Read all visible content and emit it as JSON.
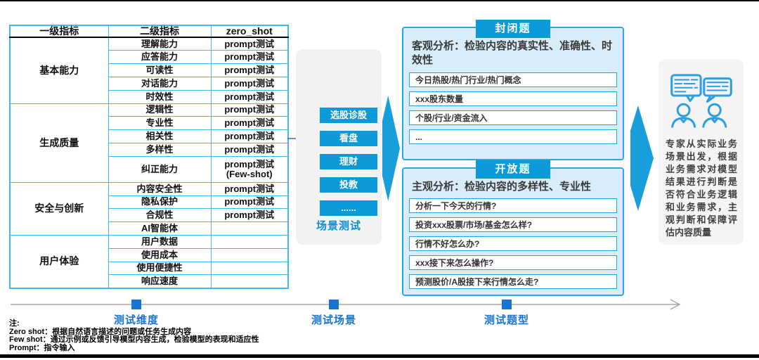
{
  "table": {
    "headers": [
      "一级指标",
      "二级指标",
      "zero_shot"
    ],
    "groups": [
      {
        "name": "基本能力",
        "rows": [
          [
            "理解能力",
            "prompt测试"
          ],
          [
            "应答能力",
            "prompt测试"
          ],
          [
            "可读性",
            "prompt测试"
          ],
          [
            "对话能力",
            "prompt测试"
          ],
          [
            "时效性",
            "prompt测试"
          ]
        ]
      },
      {
        "name": "生成质量",
        "rows": [
          [
            "逻辑性",
            "prompt测试"
          ],
          [
            "专业性",
            "prompt测试"
          ],
          [
            "相关性",
            "prompt测试"
          ],
          [
            "多样性",
            "prompt测试"
          ],
          [
            "纠正能力",
            "prompt测试\n(Few-shot)"
          ]
        ]
      },
      {
        "name": "安全与创新",
        "rows": [
          [
            "内容安全性",
            "prompt测试"
          ],
          [
            "隐私保护",
            "prompt测试"
          ],
          [
            "合规性",
            "prompt测试"
          ],
          [
            "AI智能体",
            ""
          ]
        ]
      },
      {
        "name": "用户体验",
        "rows": [
          [
            "用户数据",
            ""
          ],
          [
            "使用成本",
            ""
          ],
          [
            "使用便捷性",
            ""
          ],
          [
            "响应速度",
            ""
          ]
        ]
      }
    ]
  },
  "scenario": {
    "buttons": [
      "选股诊股",
      "看盘",
      "理财",
      "投教",
      "......"
    ],
    "label": "场景测试"
  },
  "closed": {
    "tab": "封闭题",
    "title": "客观分析：检验内容的真实性、准确性、时效性",
    "items": [
      "今日热股/热门行业/热门概念",
      "xxx股东数量",
      "个股/行业/资金流入",
      "..."
    ]
  },
  "open": {
    "tab": "开放题",
    "title": "主观分析：检验内容的多样性、专业性",
    "items": [
      "分析一下今天的行情?",
      "投资xxx股票/市场/基金怎么样?",
      "行情不好怎么办?",
      "xxx接下来怎么操作?",
      "预测股价/A股接下来行情怎么走?"
    ]
  },
  "expert": {
    "icon": "experts-discussion-icon",
    "text": "专家从实际业务场景出发，根据业务需求对模型结果进行判断是否符合业务逻辑和业务需求，主观判断和保障评估内容质量"
  },
  "timeline": {
    "milestones": [
      "测试维度",
      "测试场景",
      "测试题型"
    ]
  },
  "notes": {
    "label": "注:",
    "lines": [
      "Zero shot：根据自然语言描述的问题或任务生成内容",
      "Few shot：通过示例或反馈引导模型内容生成，检验模型的表现和适应性",
      "Prompt：指令输入"
    ]
  },
  "colors": {
    "accent_blue": "#0c99d8",
    "arrow_blue": "#189fdb",
    "table_border": "#41b9ec",
    "panel_fill": "#d8edf9",
    "panel_border": "#29a9e1",
    "timeline_blue": "#1874cf",
    "icon_blue": "#2d9fe0"
  }
}
